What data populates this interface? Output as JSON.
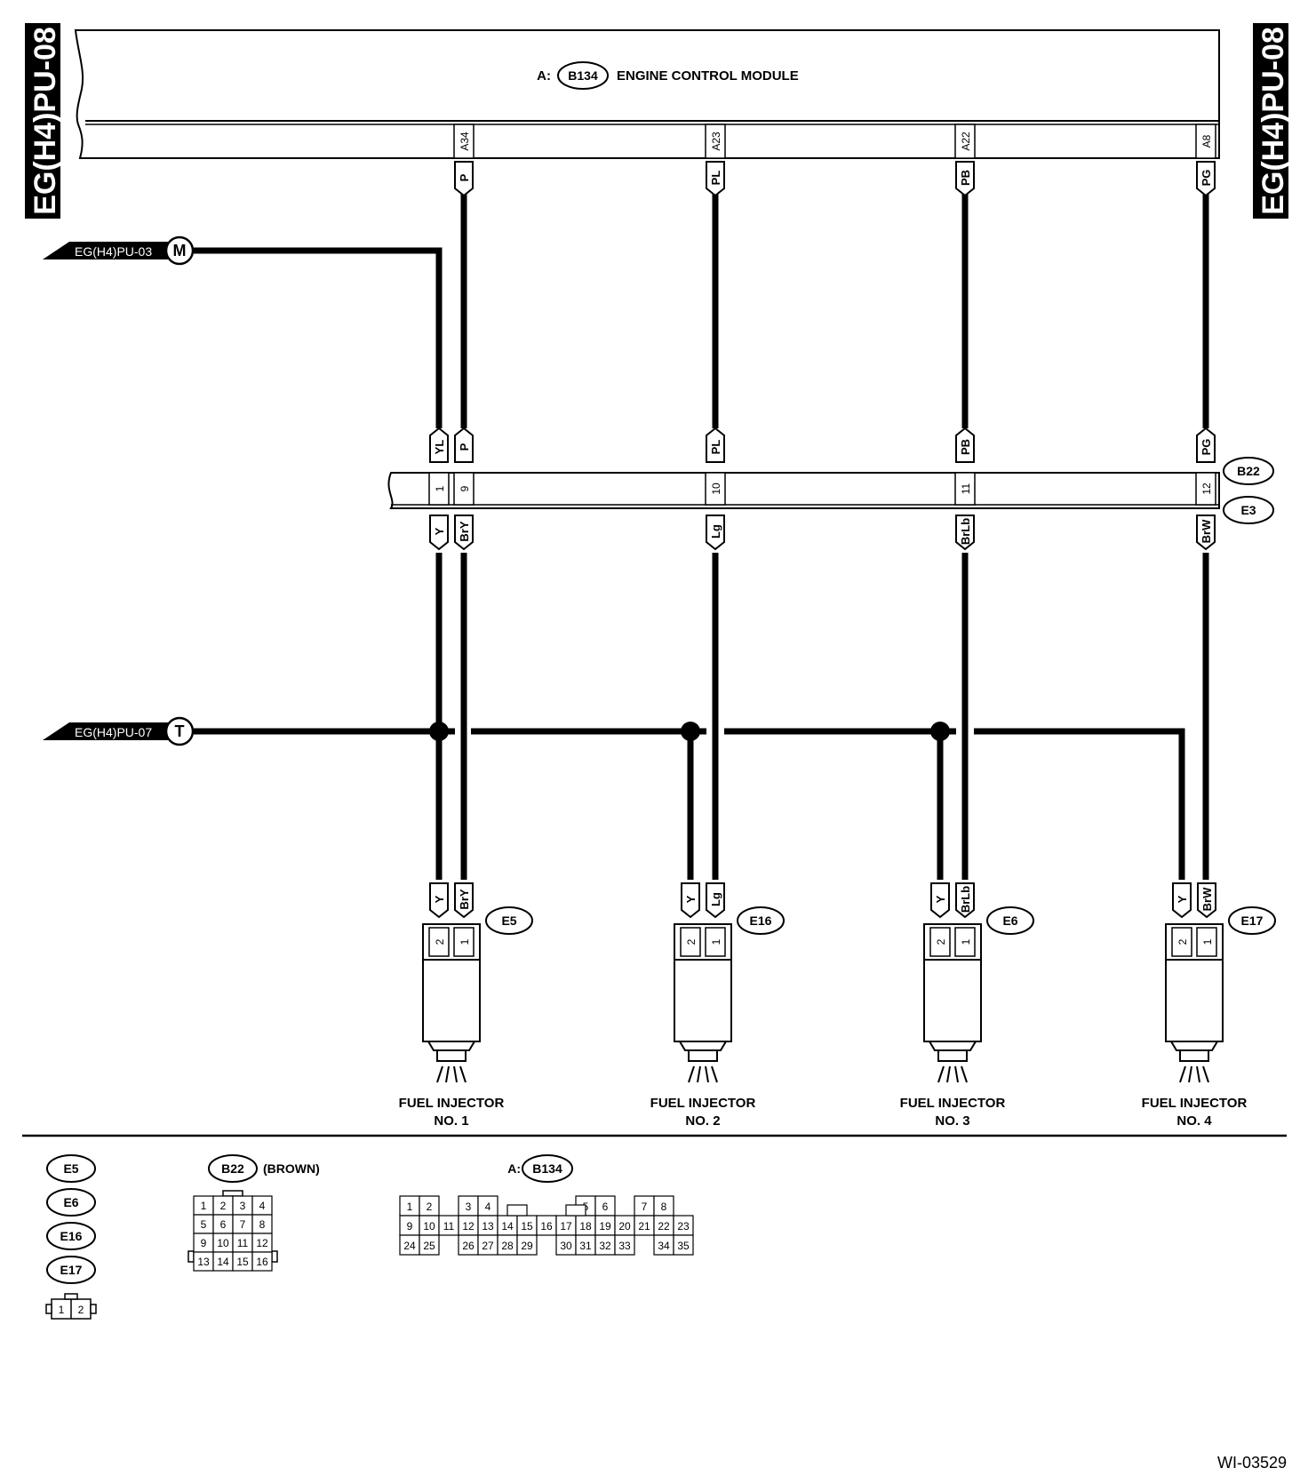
{
  "page_ref": "EG(H4)PU-08",
  "figure_id": "WI-03529",
  "ecm": {
    "prefix": "A:",
    "connector": "B134",
    "name": "ENGINE CONTROL MODULE",
    "pins": [
      {
        "pin": "A34",
        "wire": "P"
      },
      {
        "pin": "A23",
        "wire": "PL"
      },
      {
        "pin": "A22",
        "wire": "PB"
      },
      {
        "pin": "A8",
        "wire": "PG"
      }
    ]
  },
  "offpage": [
    {
      "ref": "EG(H4)PU-03",
      "symbol": "M"
    },
    {
      "ref": "EG(H4)PU-07",
      "symbol": "T"
    }
  ],
  "joint_connector": {
    "top": "B22",
    "bottom": "E3",
    "pins": [
      {
        "pin": "1",
        "upper": "YL",
        "lower": "Y"
      },
      {
        "pin": "9",
        "upper": "P",
        "lower": "BrY"
      },
      {
        "pin": "10",
        "upper": "PL",
        "lower": "Lg"
      },
      {
        "pin": "11",
        "upper": "PB",
        "lower": "BrLb"
      },
      {
        "pin": "12",
        "upper": "PG",
        "lower": "BrW"
      }
    ]
  },
  "injectors": [
    {
      "connector": "E5",
      "pin2_wire": "Y",
      "pin1_wire": "BrY",
      "pin2": "2",
      "pin1": "1",
      "label": "FUEL INJECTOR",
      "number": "NO. 1"
    },
    {
      "connector": "E16",
      "pin2_wire": "Y",
      "pin1_wire": "Lg",
      "pin2": "2",
      "pin1": "1",
      "label": "FUEL INJECTOR",
      "number": "NO. 2"
    },
    {
      "connector": "E6",
      "pin2_wire": "Y",
      "pin1_wire": "BrLb",
      "pin2": "2",
      "pin1": "1",
      "label": "FUEL INJECTOR",
      "number": "NO. 3"
    },
    {
      "connector": "E17",
      "pin2_wire": "Y",
      "pin1_wire": "BrW",
      "pin2": "2",
      "pin1": "1",
      "label": "FUEL INJECTOR",
      "number": "NO. 4"
    }
  ],
  "legend": {
    "injector_connectors": [
      "E5",
      "E6",
      "E16",
      "E17"
    ],
    "injector_pins": [
      "1",
      "2"
    ],
    "b22": {
      "connector": "B22",
      "color": "(BROWN)",
      "rows": [
        [
          "1",
          "2",
          "3",
          "4"
        ],
        [
          "5",
          "6",
          "7",
          "8"
        ],
        [
          "9",
          "10",
          "11",
          "12"
        ],
        [
          "13",
          "14",
          "15",
          "16"
        ]
      ]
    },
    "b134": {
      "prefix": "A:",
      "connector": "B134",
      "rows": [
        [
          "1",
          "2",
          "",
          "3",
          "4",
          "",
          "",
          "",
          "",
          "5",
          "6",
          "",
          "7",
          "8"
        ],
        [
          "9",
          "10",
          "11",
          "12",
          "13",
          "14",
          "15",
          "16",
          "17",
          "18",
          "19",
          "20",
          "21",
          "22",
          "23"
        ],
        [
          "24",
          "25",
          "",
          "26",
          "27",
          "28",
          "29",
          "",
          "30",
          "31",
          "32",
          "33",
          "",
          "34",
          "35"
        ]
      ]
    }
  }
}
